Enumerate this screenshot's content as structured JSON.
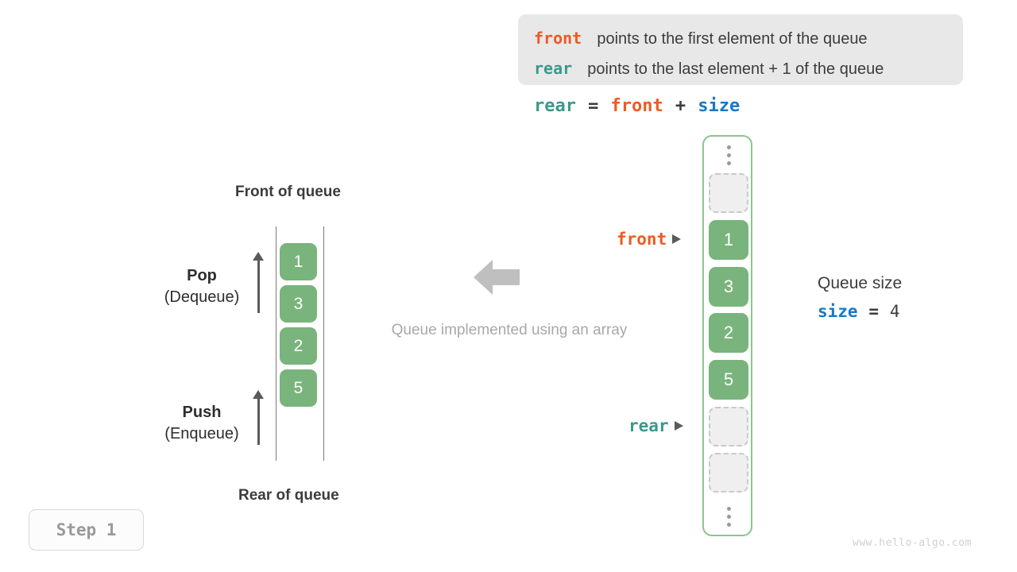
{
  "callout": {
    "line1": {
      "term": "front",
      "text": "points to the first element of the queue"
    },
    "line2": {
      "term": "rear",
      "text": "points to the last element + 1 of the queue"
    }
  },
  "formula": {
    "rear": "rear",
    "eq": "=",
    "front": "front",
    "plus": "+",
    "size": "size"
  },
  "left_queue": {
    "front_label": "Front of queue",
    "rear_label": "Rear of queue",
    "pop": {
      "title": "Pop",
      "subtitle": "(Dequeue)"
    },
    "push": {
      "title": "Push",
      "subtitle": "(Enqueue)"
    },
    "cells": [
      "1",
      "3",
      "2",
      "5"
    ]
  },
  "center": {
    "caption": "Queue implemented using an array",
    "arrow_icon": "arrow-left-icon"
  },
  "array": {
    "dots_top": "vertical-ellipsis-icon",
    "dots_bottom": "vertical-ellipsis-icon",
    "slots": [
      {
        "value": "",
        "state": "empty"
      },
      {
        "value": "1",
        "state": "filled"
      },
      {
        "value": "3",
        "state": "filled"
      },
      {
        "value": "2",
        "state": "filled"
      },
      {
        "value": "5",
        "state": "filled"
      },
      {
        "value": "",
        "state": "empty"
      },
      {
        "value": "",
        "state": "empty"
      }
    ],
    "pointers": {
      "front": "front",
      "rear": "rear"
    }
  },
  "size_info": {
    "title": "Queue size",
    "var": "size",
    "eq": "=",
    "value": "4"
  },
  "step_badge": "Step 1",
  "watermark": "www.hello-algo.com",
  "colors": {
    "front": "#ec5b23",
    "rear": "#38998c",
    "size": "#1878c8",
    "cell_fill": "#79b47c",
    "container_border": "#8cc58f",
    "callout_bg": "#e8e8e8",
    "muted": "#a8a8a8"
  }
}
